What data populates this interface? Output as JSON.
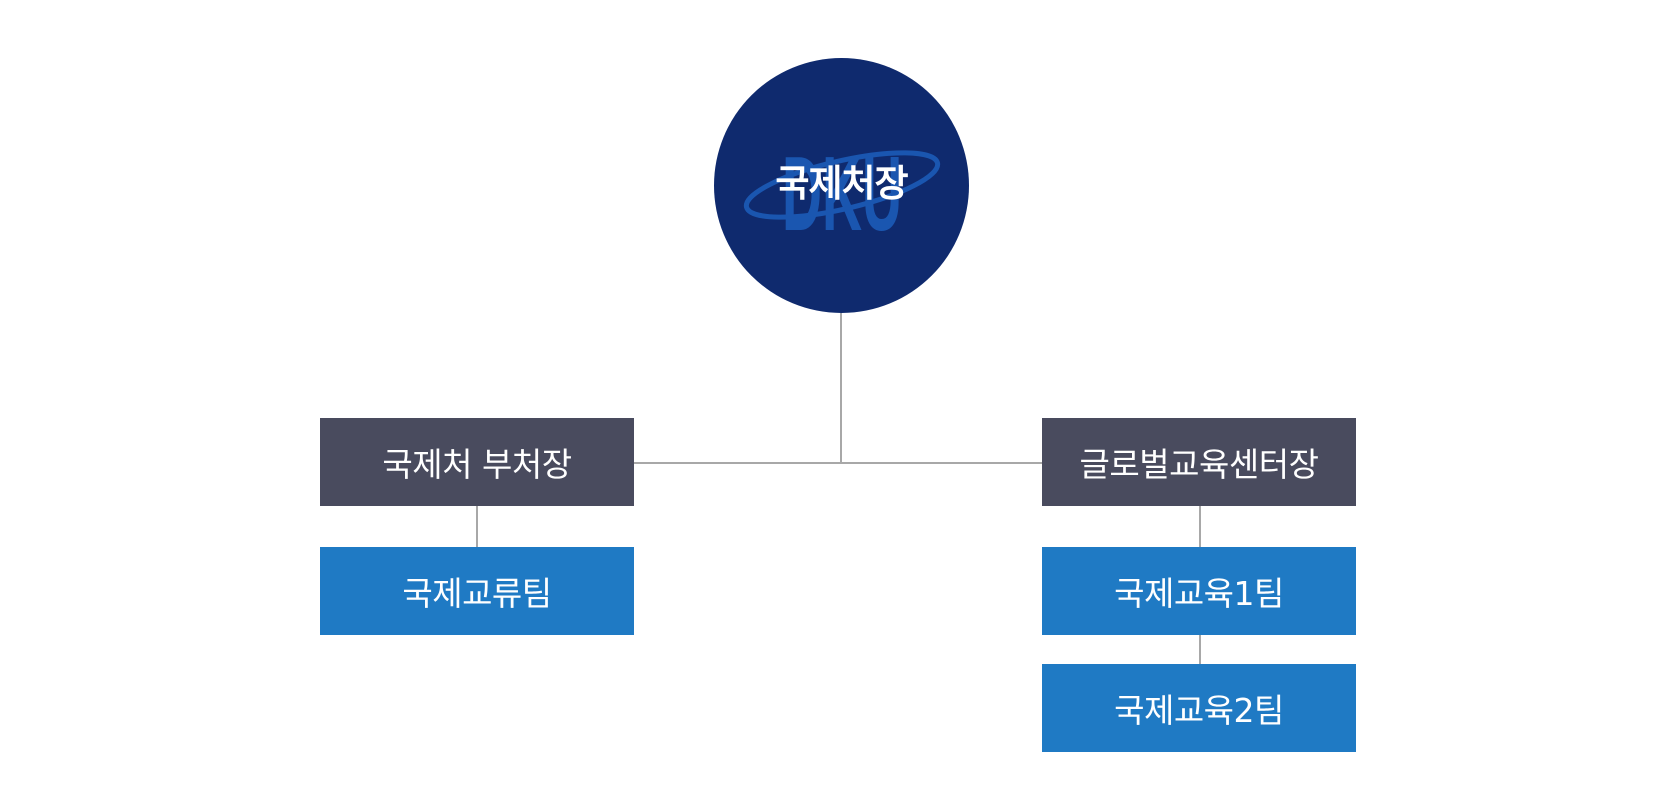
{
  "org_chart": {
    "head": {
      "title": "국제처장",
      "logo_text": "DKU"
    },
    "deputies": [
      {
        "title": "국제처 부처장",
        "teams": [
          "국제교류팀"
        ]
      },
      {
        "title": "글로벌교육센터장",
        "teams": [
          "국제교육1팀",
          "국제교육2팀"
        ]
      }
    ],
    "colors": {
      "head": "#0f2a6e",
      "deputy": "#494b5e",
      "team": "#1f7ac4",
      "line": "#a8a8a8",
      "logo": "#1a56b0"
    }
  }
}
